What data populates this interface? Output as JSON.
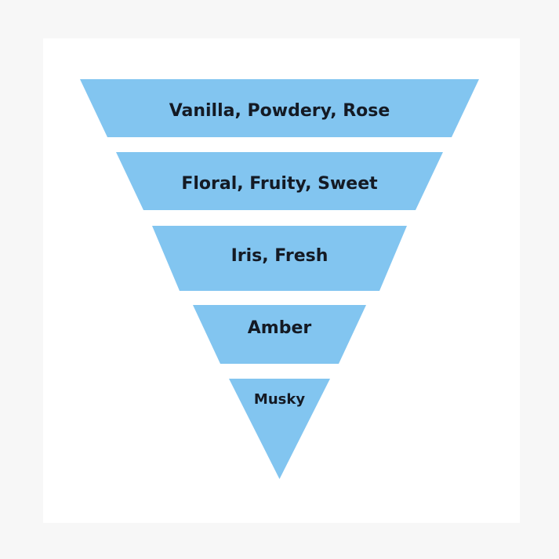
{
  "diagram": {
    "type": "inverted-pyramid",
    "colors": {
      "tier_fill": "#82c5f0",
      "label_text": "#141a24",
      "background": "#f7f7f7",
      "card": "#ffffff"
    },
    "tiers": [
      {
        "label": "Vanilla, Powdery, Rose"
      },
      {
        "label": "Floral, Fruity, Sweet"
      },
      {
        "label": "Iris, Fresh"
      },
      {
        "label": "Amber"
      },
      {
        "label": "Musky"
      }
    ]
  }
}
